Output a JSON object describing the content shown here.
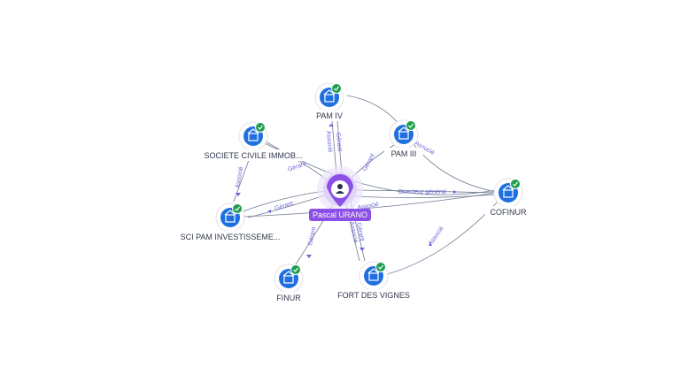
{
  "person": {
    "name": "Pascal URANO",
    "icon": "person-icon",
    "color": "#8b50e6"
  },
  "companies": [
    {
      "id": "pam4",
      "name": "PAM IV",
      "icon": "building-icon",
      "verified": true
    },
    {
      "id": "pam3",
      "name": "PAM III",
      "icon": "building-icon",
      "verified": true
    },
    {
      "id": "sci_immob",
      "name": "SOCIETE CIVILE IMMOB...",
      "icon": "building-icon",
      "verified": true
    },
    {
      "id": "sci_pam",
      "name": "SCI PAM INVESTISSEME...",
      "icon": "building-icon",
      "verified": true
    },
    {
      "id": "finur",
      "name": "FINUR",
      "icon": "building-icon",
      "verified": true
    },
    {
      "id": "fort",
      "name": "FORT DES VIGNES",
      "icon": "building-icon",
      "verified": true
    },
    {
      "id": "cofinur",
      "name": "COFINUR",
      "icon": "building-icon",
      "verified": true
    }
  ],
  "edge_labels": {
    "pam4_gerant": "Gérant",
    "pam4_associe": "Associé",
    "pam3_gerant": "Gérant",
    "pam3_cofinur": "Associé",
    "sci_immob_gerant": "Gérant",
    "sci_immob_associe": "Associé",
    "sci_pam_gerant": "Gérant",
    "finur_gerant": "Gérant",
    "fort_gerant": "Gérant",
    "fort_associe": "Associé",
    "cofinur_directeur": "Directeur général",
    "cofinur_associe": "Associé",
    "fort_cofinur": "Associé"
  },
  "colors": {
    "company": "#1f6fe0",
    "verified": "#1e9e4e",
    "edge": "#6f7a90",
    "edge_label": "#6b64d8"
  }
}
